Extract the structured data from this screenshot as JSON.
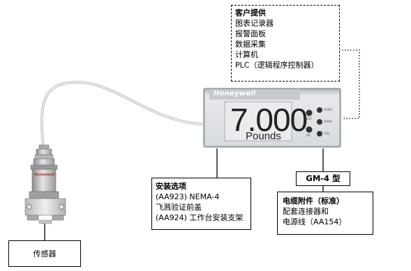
{
  "customer_box": {
    "title": "客户提供",
    "items": [
      "图表记录器",
      "报警面板",
      "数据采集",
      "计算机",
      "PLC（逻辑程序控制器）"
    ]
  },
  "display": {
    "brand": "Honeywell",
    "value": "7.000",
    "unit": "Pounds",
    "buttons": [
      {
        "label": "TEST"
      },
      {
        "label": "PK"
      },
      {
        "label": "ZERO"
      },
      {
        "label": "SPAN"
      },
      {
        "label": "CAL"
      }
    ]
  },
  "sensor": {
    "brand": "Honeywell"
  },
  "install_box": {
    "title": "安装选项",
    "lines": [
      "(AA923) NEMA-4",
      "飞溅验证前盖",
      "(AA924) 工作台安装支架"
    ]
  },
  "model_box": {
    "label": "GM-4 型"
  },
  "cable_box": {
    "title": "电缆附件（标准）",
    "lines": [
      "配套连接器和",
      "电源线（AA154）"
    ]
  },
  "sensor_box": {
    "label": "传感器"
  }
}
